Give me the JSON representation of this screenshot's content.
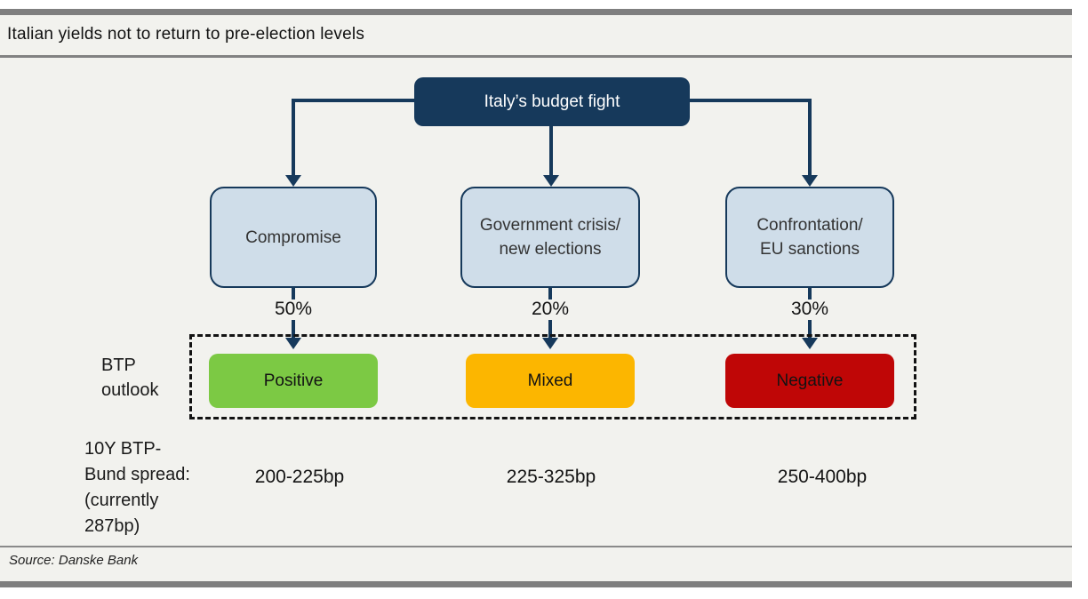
{
  "header": {
    "title": "Italian yields not to return to pre-election levels"
  },
  "diagram": {
    "root": {
      "label": "Italy’s budget fight"
    },
    "scenarios": [
      {
        "name": "compromise",
        "label_lines": [
          "Compromise"
        ],
        "probability": "50%",
        "outlook": "Positive",
        "outlook_color": "#7cc944",
        "spread": "200-225bp"
      },
      {
        "name": "government-crisis-new-elections",
        "label_lines": [
          "Government crisis/",
          "new elections"
        ],
        "probability": "20%",
        "outlook": "Mixed",
        "outlook_color": "#fcb600",
        "spread": "225-325bp"
      },
      {
        "name": "confrontation-eu-sanctions",
        "label_lines": [
          "Confrontation/",
          "EU sanctions"
        ],
        "probability": "30%",
        "outlook": "Negative",
        "outlook_color": "#bf0606",
        "spread": "250-400bp"
      }
    ],
    "outlook_row_label_lines": [
      "BTP",
      "outlook"
    ],
    "spread_row_label_lines": [
      "10Y BTP-",
      "Bund spread:",
      "(currently",
      "287bp)"
    ]
  },
  "footer": {
    "source": "Source: Danske Bank"
  },
  "colors": {
    "navy": "#16395b",
    "scenario_fill": "#cfdde9",
    "background": "#f2f2ee",
    "bar_gray": "#7f7f7f",
    "positive": "#7cc944",
    "mixed": "#fcb600",
    "negative": "#bf0606"
  }
}
